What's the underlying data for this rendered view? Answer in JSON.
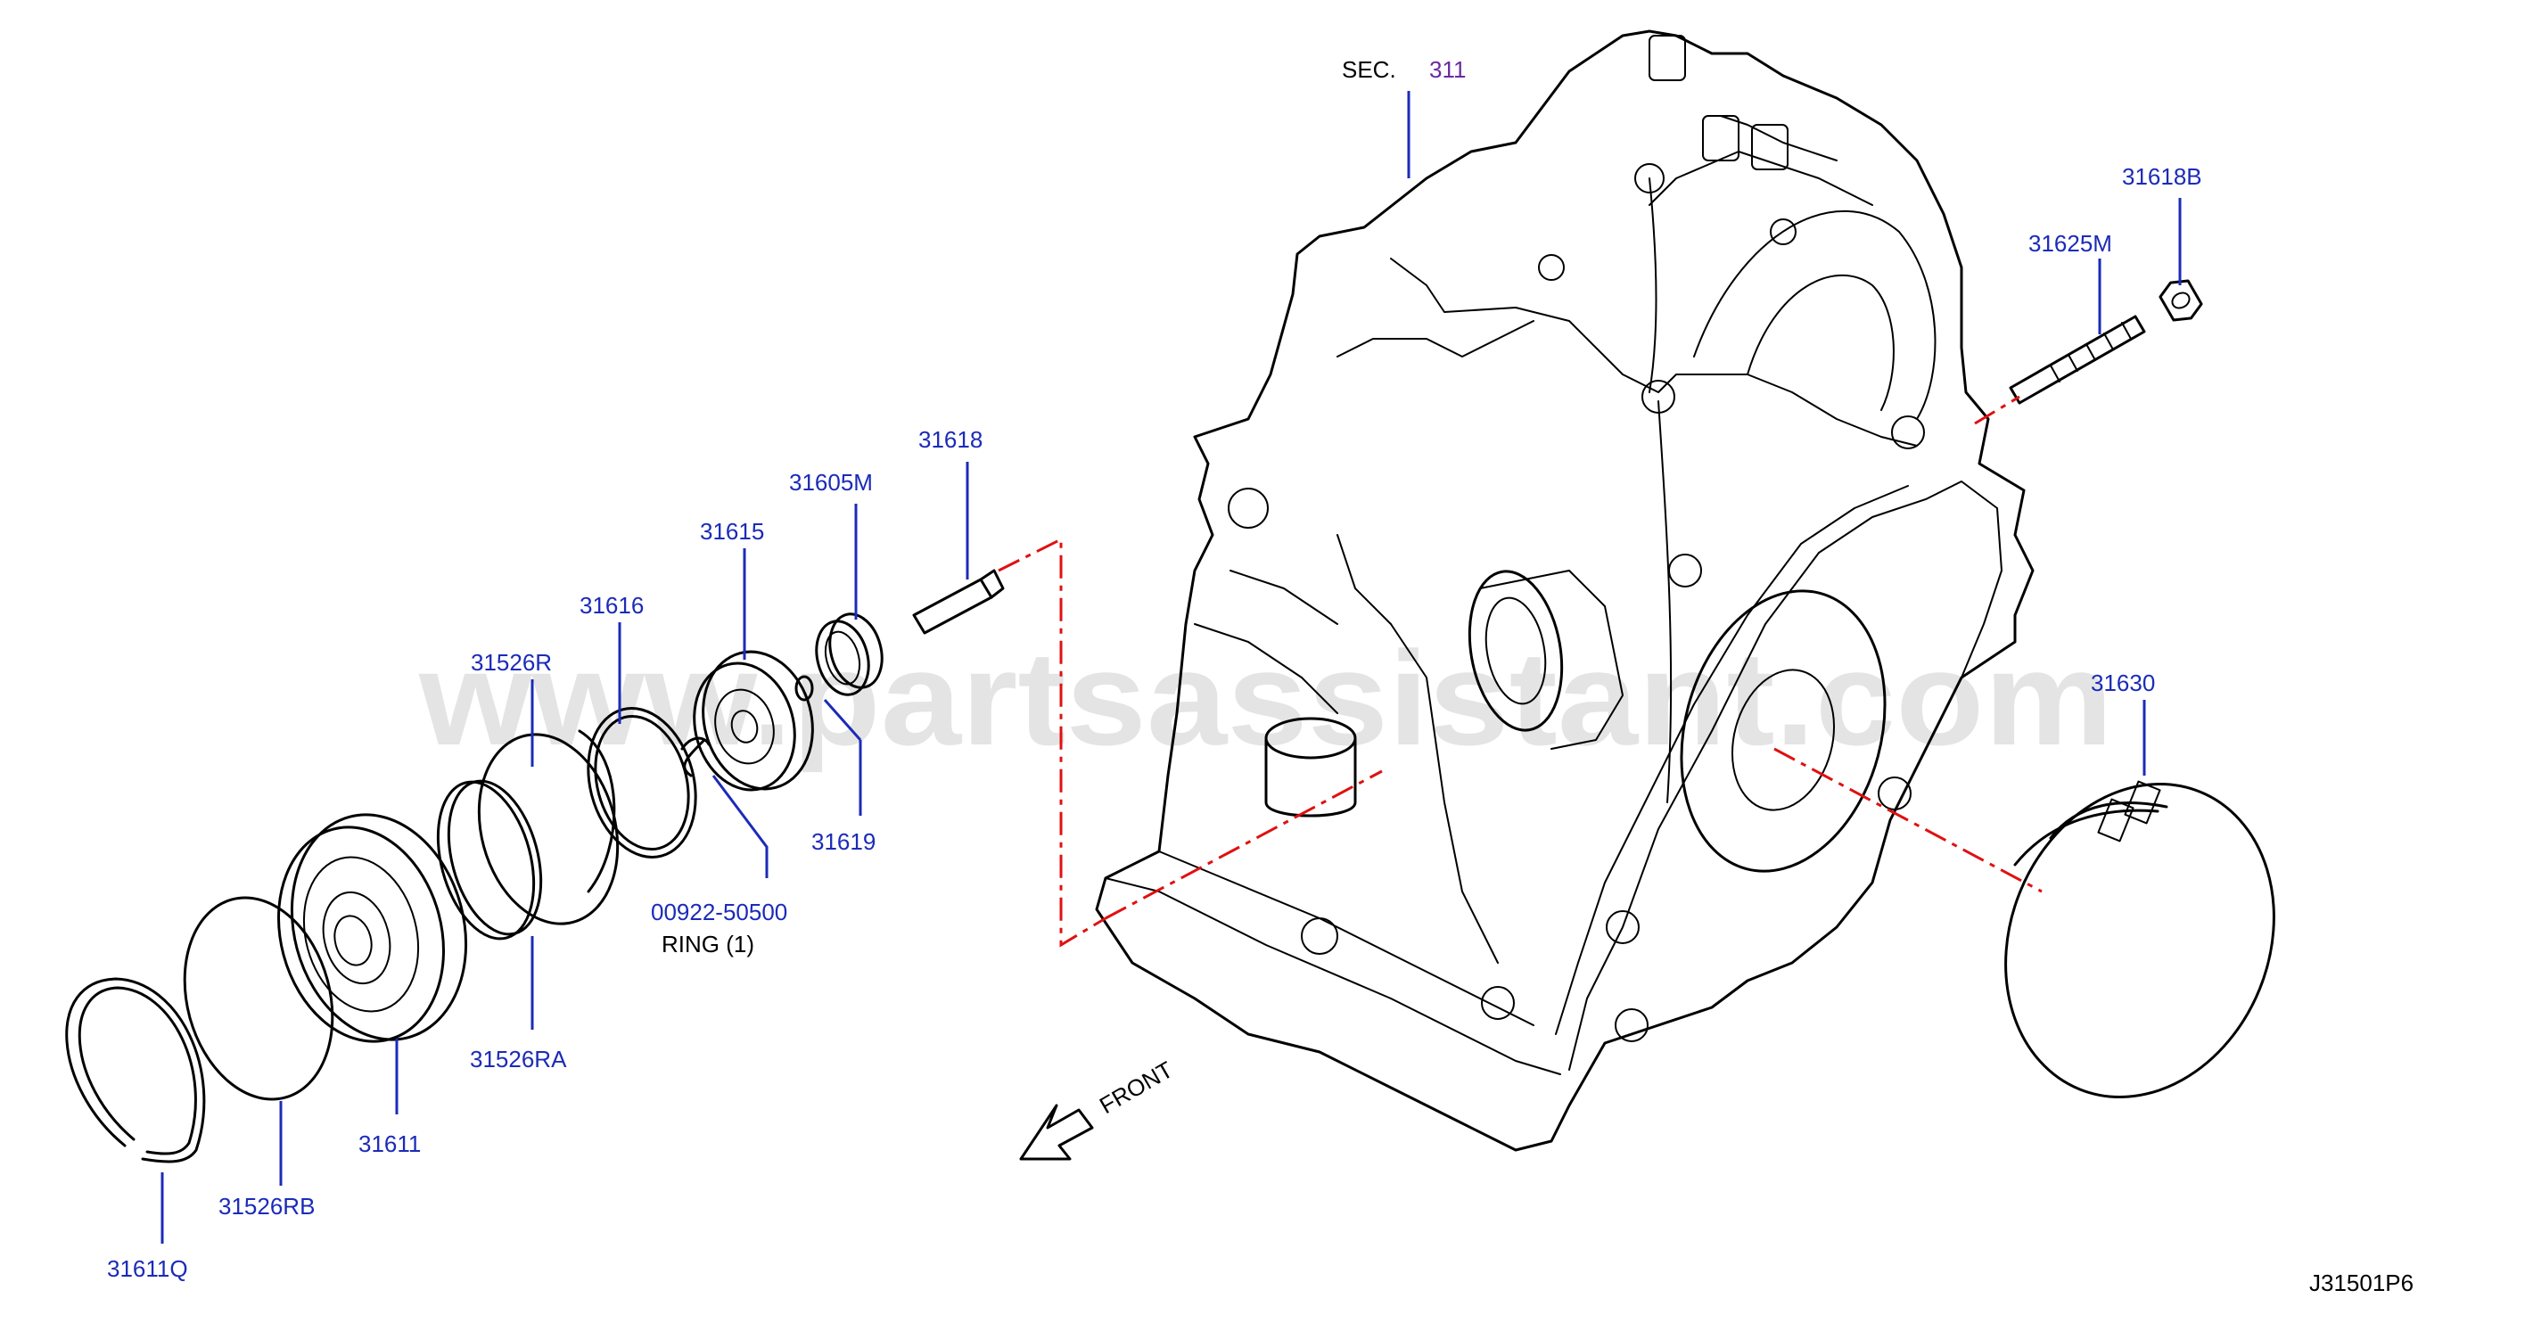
{
  "watermark": "www.partsassistant.com",
  "diagram_code": "J31501P6",
  "section_ref": {
    "prefix": "SEC.",
    "number": "311"
  },
  "direction_label": "FRONT",
  "callouts": {
    "p31618B": "31618B",
    "p31625M": "31625M",
    "p31618": "31618",
    "p31605M": "31605M",
    "p31615": "31615",
    "p31616": "31616",
    "p31526R": "31526R",
    "p31619": "31619",
    "p00922": "00922-50500",
    "ring_note": "RING   (1)",
    "p31526RA": "31526RA",
    "p31611": "31611",
    "p31526RB": "31526RB",
    "p31611Q": "31611Q",
    "p31630": "31630"
  },
  "colors": {
    "callout": "#1b2bb8",
    "centerline": "#e01010",
    "section_number": "#6a2aa0"
  }
}
